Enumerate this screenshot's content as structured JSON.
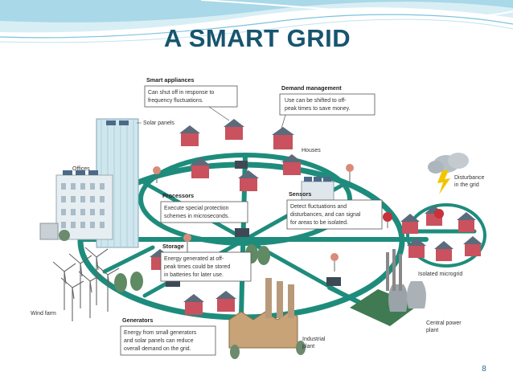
{
  "slide": {
    "title": "A SMART GRID",
    "page_number": "8"
  },
  "diagram": {
    "callouts": {
      "smart_appliances": {
        "heading": "Smart appliances",
        "lines": [
          "Can shut off in response to",
          "frequency fluctuations."
        ]
      },
      "demand_management": {
        "heading": "Demand management",
        "lines": [
          "Use can be shifted to off-",
          "peak times to save money."
        ]
      },
      "processors": {
        "heading": "Processors",
        "lines": [
          "Execute special protection",
          "schemes in microseconds."
        ]
      },
      "sensors": {
        "heading": "Sensors",
        "lines": [
          "Detect fluctuations and",
          "disturbances, and can signal",
          "for areas to be isolated."
        ]
      },
      "storage": {
        "heading": "Storage",
        "lines": [
          "Energy generated at off-",
          "peak times could be stored",
          "in batteries for later use."
        ]
      },
      "generators": {
        "heading": "Generators",
        "lines": [
          "Energy from small generators",
          "and solar panels can reduce",
          "overall demand on the grid."
        ]
      }
    },
    "labels": {
      "solar_panels": "Solar panels",
      "offices": "Offices",
      "houses": "Houses",
      "disturbance": [
        "Disturbance",
        "in the grid"
      ],
      "isolated_microgrid": "Isolated microgrid",
      "wind_farm": "Wind farm",
      "industrial_plant": [
        "Industrial",
        "plant"
      ],
      "central_power_plant": [
        "Central power",
        "plant"
      ]
    },
    "colors": {
      "grid_line": "#1e8c7c",
      "title": "#17556f",
      "house_wall": "#c9525e",
      "house_roof": "#5b6b7b",
      "callout_border": "#555555"
    }
  }
}
